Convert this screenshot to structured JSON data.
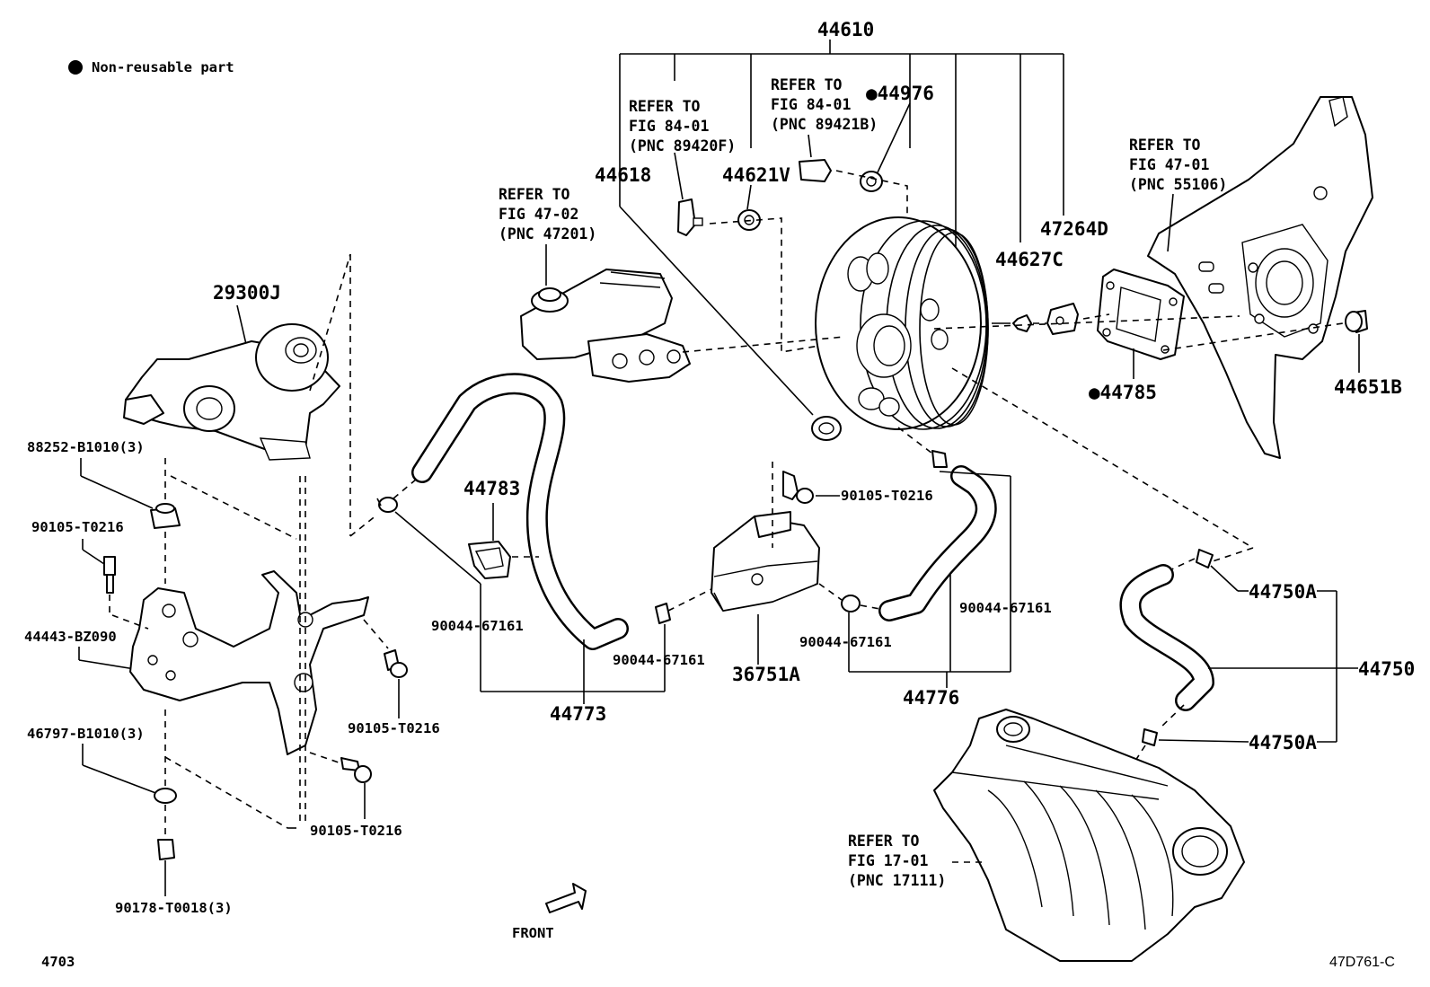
{
  "legend": {
    "symbol": "●",
    "text": "Non-reusable part"
  },
  "labels": {
    "p44610": "44610",
    "p44618": "44618",
    "p44621V": "44621V",
    "p44976": "●44976",
    "p47264D": "47264D",
    "p44627C": "44627C",
    "p44785": "●44785",
    "p44651B": "44651B",
    "p29300J": "29300J",
    "p88252": "88252-B1010(3)",
    "p90105_a": "90105-T0216",
    "p44443": "44443-BZ090",
    "p46797": "46797-B1010(3)",
    "p90178": "90178-T0018(3)",
    "p90105_b": "90105-T0216",
    "p90105_c": "90105-T0216",
    "p90105_d": "90105-T0216",
    "p44783": "44783",
    "p90044_a": "90044-67161",
    "p90044_b": "90044-67161",
    "p90044_c": "90044-67161",
    "p90044_d": "90044-67161",
    "p44773": "44773",
    "p36751A": "36751A",
    "p44776": "44776",
    "p44750A_top": "44750A",
    "p44750": "44750",
    "p44750A_bot": "44750A"
  },
  "refs": {
    "fig84_f": [
      "REFER TO",
      "FIG 84-01",
      "(PNC 89420F)"
    ],
    "fig84_b": [
      "REFER TO",
      "FIG 84-01",
      "(PNC 89421B)"
    ],
    "fig47_02": [
      "REFER TO",
      "FIG 47-02",
      "(PNC 47201)"
    ],
    "fig47_01": [
      "REFER TO",
      "FIG 47-01",
      "(PNC 55106)"
    ],
    "fig17_01": [
      "REFER TO",
      "FIG 17-01",
      "(PNC 17111)"
    ]
  },
  "front": "FRONT",
  "corner_left": "4703",
  "corner_right": "47D761-C"
}
